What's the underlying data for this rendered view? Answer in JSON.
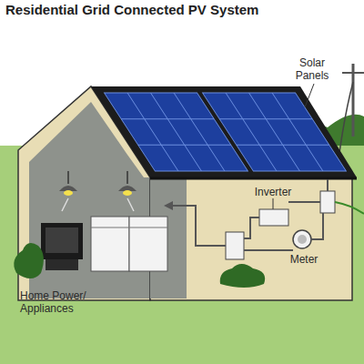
{
  "diagram": {
    "title": "Residential Grid Connected PV System",
    "labels": [
      "Solar Panels",
      "Inverter",
      "Meter",
      "Home Power/ Appliances"
    ]
  }
}
